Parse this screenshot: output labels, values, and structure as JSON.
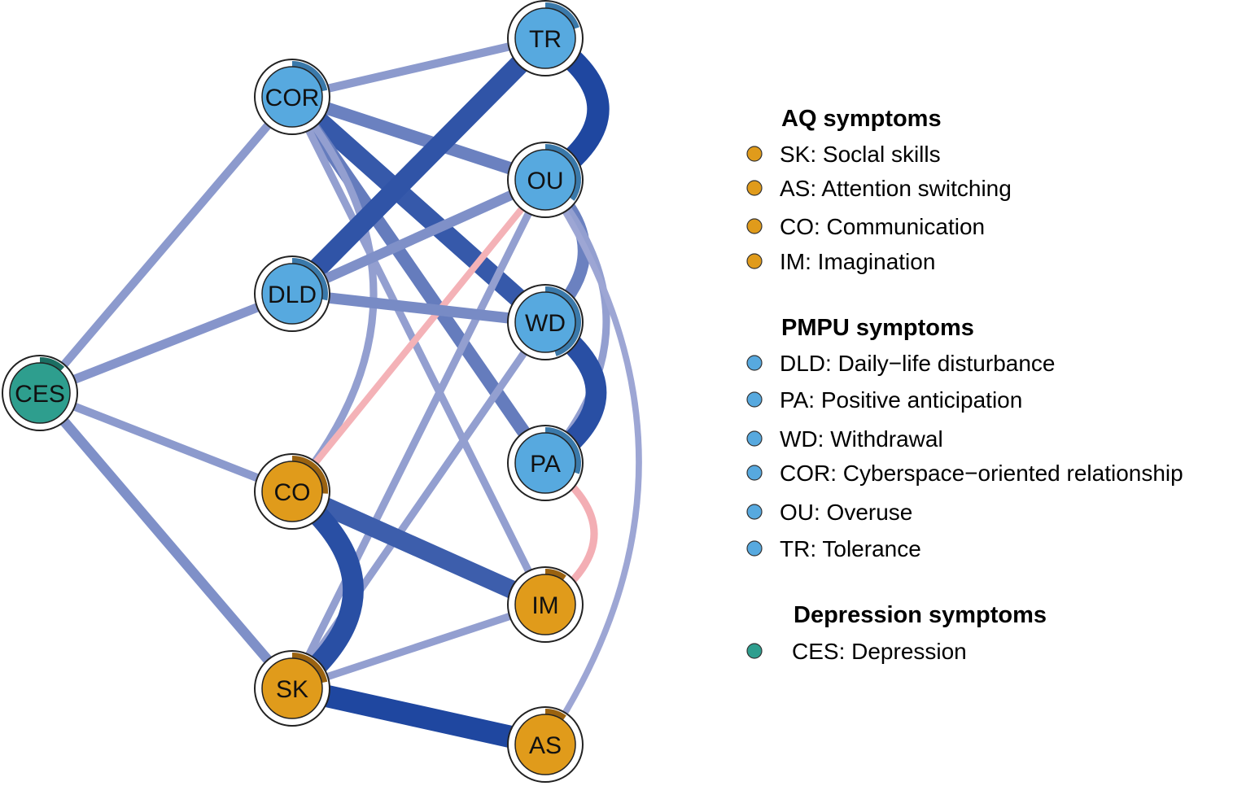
{
  "colors": {
    "aq": "#E09B1B",
    "pmpu": "#57A9DF",
    "depression": "#2E9E8E",
    "edge_positive": "#1F47A0",
    "edge_negative": "#F0A0A6",
    "ring": "#222222",
    "pie": "#3A79AA"
  },
  "nodes": [
    {
      "id": "TR",
      "label": "TR",
      "group": "pmpu",
      "predictability": 0.2
    },
    {
      "id": "COR",
      "label": "COR",
      "group": "pmpu",
      "predictability": 0.22
    },
    {
      "id": "OU",
      "label": "OU",
      "group": "pmpu",
      "predictability": 0.35
    },
    {
      "id": "DLD",
      "label": "DLD",
      "group": "pmpu",
      "predictability": 0.28
    },
    {
      "id": "WD",
      "label": "WD",
      "group": "pmpu",
      "predictability": 0.45
    },
    {
      "id": "CES",
      "label": "CES",
      "group": "depression",
      "predictability": 0.12
    },
    {
      "id": "PA",
      "label": "PA",
      "group": "pmpu",
      "predictability": 0.3
    },
    {
      "id": "CO",
      "label": "CO",
      "group": "aq",
      "predictability": 0.26
    },
    {
      "id": "IM",
      "label": "IM",
      "group": "aq",
      "predictability": 0.1
    },
    {
      "id": "SK",
      "label": "SK",
      "group": "aq",
      "predictability": 0.22
    },
    {
      "id": "AS",
      "label": "AS",
      "group": "aq",
      "predictability": 0.1
    }
  ],
  "edges": [
    {
      "from": "COR",
      "to": "TR",
      "weight": 0.12,
      "sign": "positive"
    },
    {
      "from": "COR",
      "to": "OU",
      "weight": 0.22,
      "sign": "positive"
    },
    {
      "from": "COR",
      "to": "WD",
      "weight": 0.38,
      "sign": "positive"
    },
    {
      "from": "COR",
      "to": "PA",
      "weight": 0.24,
      "sign": "positive"
    },
    {
      "from": "COR",
      "to": "IM",
      "weight": 0.1,
      "sign": "positive"
    },
    {
      "from": "COR",
      "to": "CO",
      "weight": 0.1,
      "sign": "positive"
    },
    {
      "from": "COR",
      "to": "CES",
      "weight": 0.12,
      "sign": "positive"
    },
    {
      "from": "TR",
      "to": "DLD",
      "weight": 0.4,
      "sign": "positive"
    },
    {
      "from": "TR",
      "to": "OU",
      "weight": 0.45,
      "sign": "positive"
    },
    {
      "from": "OU",
      "to": "DLD",
      "weight": 0.16,
      "sign": "positive"
    },
    {
      "from": "OU",
      "to": "WD",
      "weight": 0.22,
      "sign": "positive"
    },
    {
      "from": "OU",
      "to": "PA",
      "weight": 0.1,
      "sign": "positive"
    },
    {
      "from": "OU",
      "to": "CO",
      "weight": 0.08,
      "sign": "negative"
    },
    {
      "from": "OU",
      "to": "SK",
      "weight": 0.1,
      "sign": "positive"
    },
    {
      "from": "DLD",
      "to": "WD",
      "weight": 0.18,
      "sign": "positive"
    },
    {
      "from": "DLD",
      "to": "CES",
      "weight": 0.14,
      "sign": "positive"
    },
    {
      "from": "WD",
      "to": "PA",
      "weight": 0.42,
      "sign": "positive"
    },
    {
      "from": "WD",
      "to": "SK",
      "weight": 0.1,
      "sign": "positive"
    },
    {
      "from": "PA",
      "to": "IM",
      "weight": 0.1,
      "sign": "negative"
    },
    {
      "from": "CES",
      "to": "CO",
      "weight": 0.12,
      "sign": "positive"
    },
    {
      "from": "CES",
      "to": "SK",
      "weight": 0.16,
      "sign": "positive"
    },
    {
      "from": "CO",
      "to": "IM",
      "weight": 0.36,
      "sign": "positive"
    },
    {
      "from": "CO",
      "to": "SK",
      "weight": 0.42,
      "sign": "positive"
    },
    {
      "from": "SK",
      "to": "IM",
      "weight": 0.1,
      "sign": "positive"
    },
    {
      "from": "SK",
      "to": "AS",
      "weight": 0.45,
      "sign": "positive"
    },
    {
      "from": "AS",
      "to": "OU",
      "weight": 0.07,
      "sign": "positive"
    }
  ],
  "legend": {
    "groups": [
      {
        "group": "aq",
        "title": "AQ symptoms",
        "items": [
          "SK: Soclal skills",
          "AS: Attention switching",
          "CO: Communication",
          "IM: Imagination"
        ]
      },
      {
        "group": "pmpu",
        "title": "PMPU symptoms",
        "items": [
          "DLD: Daily−life disturbance",
          "PA: Positive anticipation",
          "WD: Withdrawal",
          "COR: Cyberspace−oriented relationship",
          "OU: Overuse",
          "TR: Tolerance"
        ]
      },
      {
        "group": "depression",
        "title": "Depression symptoms",
        "items": [
          "CES: Depression"
        ]
      }
    ]
  }
}
